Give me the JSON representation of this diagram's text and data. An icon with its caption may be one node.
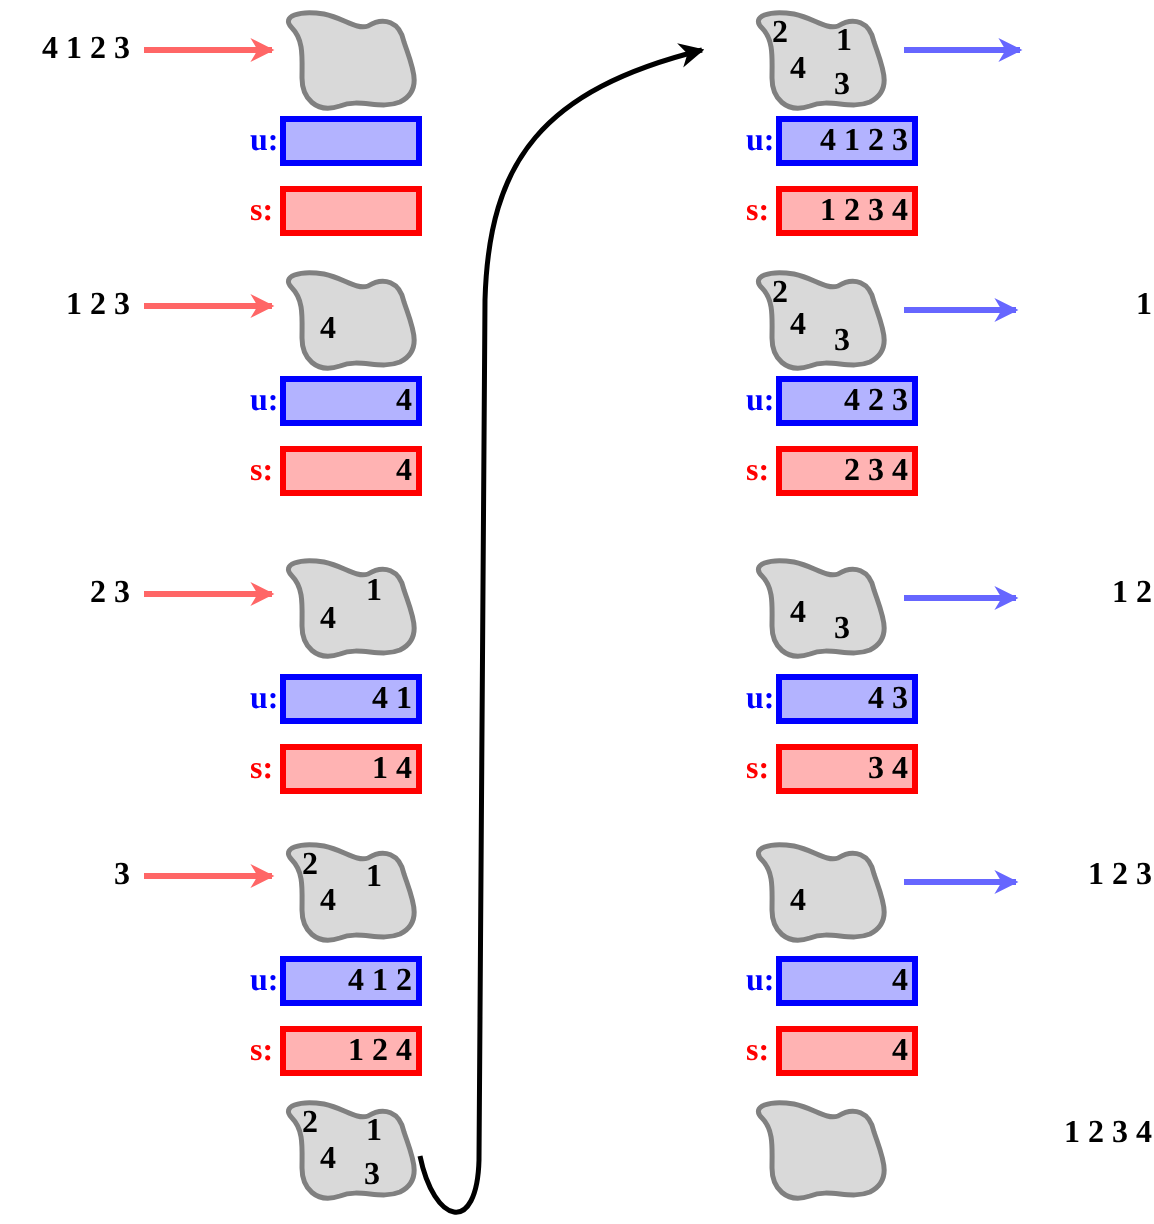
{
  "diagram": {
    "nodes": [
      {
        "text": [
          "4 1 2 3"
        ]
      },
      {
        "text": [],
        "shape": "cloud"
      },
      {
        "text": [
          "u:"
        ]
      },
      {
        "text": [
          "s:"
        ]
      },
      {
        "text": [
          "1 2 3"
        ]
      },
      {
        "text": [
          "4"
        ]
      },
      {
        "text": [
          "u:",
          "4"
        ]
      },
      {
        "text": [
          "s:",
          "4"
        ]
      },
      {
        "text": [
          "2 3"
        ]
      },
      {
        "text": [
          "1",
          "4"
        ]
      },
      {
        "text": [
          "u:",
          "4 1"
        ]
      },
      {
        "text": [
          "s:",
          "1 4"
        ]
      },
      {
        "text": [
          "3"
        ]
      },
      {
        "text": [
          "2",
          "1",
          "4"
        ]
      },
      {
        "text": [
          "u:",
          "4 1 2"
        ]
      },
      {
        "text": [
          "s:",
          "1 2 4"
        ]
      },
      {
        "text": [
          "2",
          "1",
          "4",
          "3"
        ]
      },
      {
        "text": [
          "2",
          "1",
          "4",
          "3"
        ]
      },
      {
        "text": [
          "u:",
          "4 1 2 3"
        ]
      },
      {
        "text": [
          "s:",
          "1 2 3 4"
        ]
      },
      {
        "text": [
          "2",
          "4",
          "3"
        ]
      },
      {
        "text": [
          "1"
        ]
      },
      {
        "text": [
          "u:",
          "4 2 3"
        ]
      },
      {
        "text": [
          "s:",
          "2 3 4"
        ]
      },
      {
        "text": [
          "4",
          "3"
        ]
      },
      {
        "text": [
          "1 2"
        ]
      },
      {
        "text": [
          "u:",
          "4 3"
        ]
      },
      {
        "text": [
          "s:",
          "3 4"
        ]
      },
      {
        "text": [
          "4"
        ]
      },
      {
        "text": [
          "1 2 3"
        ]
      },
      {
        "text": [
          "u:",
          "4"
        ]
      },
      {
        "text": [
          "s:",
          "4"
        ]
      },
      {
        "text": [],
        "shape": "cloud"
      }
    ],
    "edges": [
      {
        "from": 0,
        "to": 1,
        "arrow": "to",
        "color": "#ff6666"
      },
      {
        "from": 4,
        "to": 5,
        "arrow": "to",
        "color": "#ff6666"
      },
      {
        "from": 8,
        "to": 9,
        "arrow": "to",
        "color": "#ff6666"
      },
      {
        "from": 12,
        "to": 13,
        "arrow": "to",
        "color": "#ff6666"
      },
      {
        "from": 16,
        "to": 17,
        "arrow": "to",
        "color": "#000000"
      },
      {
        "from": 17,
        "to": null,
        "arrow": "to",
        "color": "#6666ff"
      },
      {
        "from": 20,
        "to": 21,
        "arrow": "to",
        "color": "#6666ff"
      },
      {
        "from": 24,
        "to": 25,
        "arrow": "to",
        "color": "#6666ff"
      },
      {
        "from": 28,
        "to": 29,
        "arrow": "to",
        "color": "#6666ff"
      }
    ],
    "labels": [
      "1 2 3 4"
    ]
  }
}
